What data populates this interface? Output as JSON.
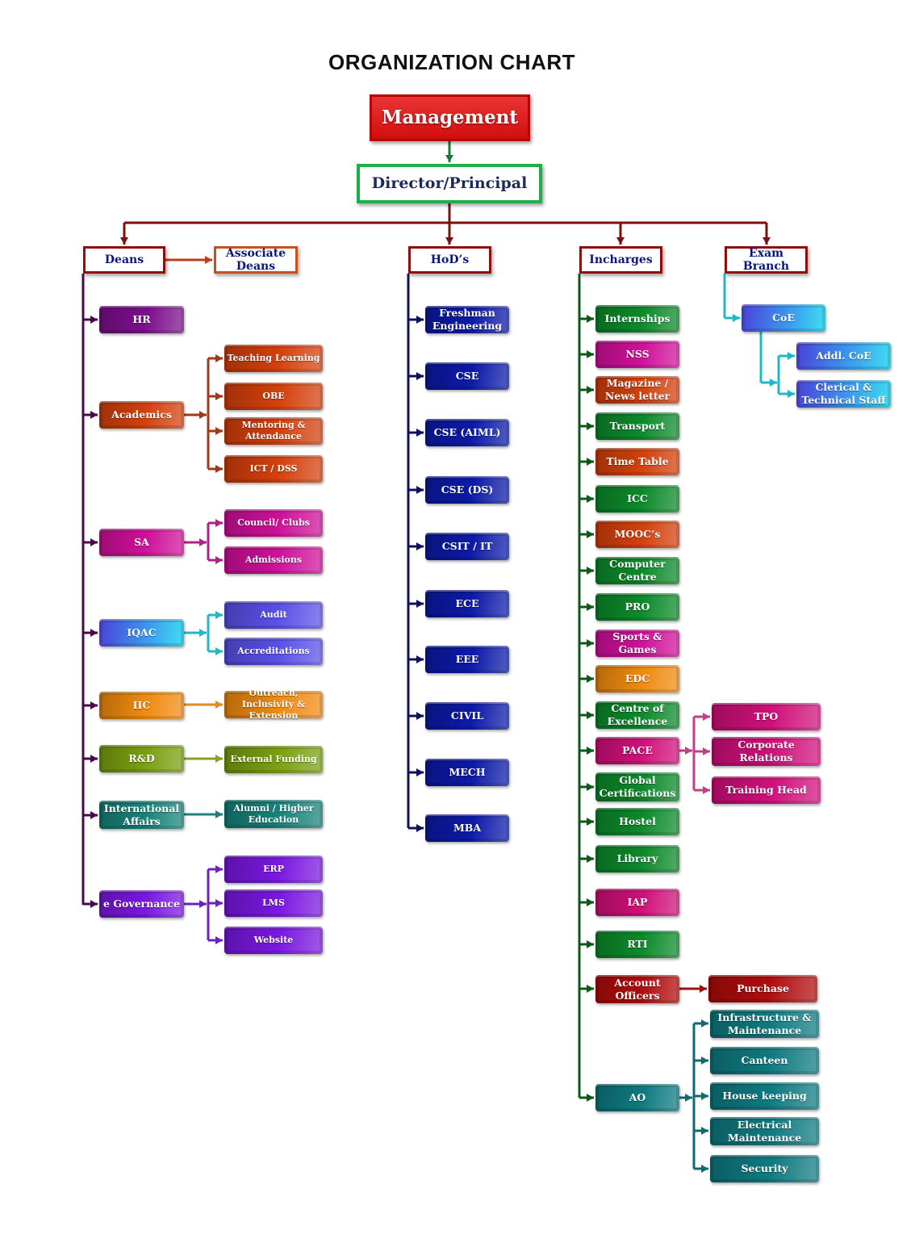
{
  "title": "ORGANIZATION CHART",
  "colors": {
    "management": "#e81010",
    "director_border": "#1fae4a"
  },
  "nodes": {
    "management": {
      "label": "Management",
      "color": "#e81010"
    },
    "director": {
      "label": "Director/Principal",
      "color": "#1fae4a"
    },
    "deans": {
      "label": "Deans",
      "color": "#8b1010"
    },
    "associate_deans": {
      "label": "Associate Deans",
      "color": "#c8501c"
    },
    "hods": {
      "label": "HoD’s",
      "color": "#8b1010"
    },
    "incharges": {
      "label": "Incharges",
      "color": "#8b1010"
    },
    "exam_branch": {
      "label": "Exam Branch",
      "color": "#8b1010"
    },
    "hr": {
      "label": "HR",
      "color": "#7d0f8e"
    },
    "academics": {
      "label": "Academics",
      "color": "#d4400c"
    },
    "teaching_learning": {
      "label": "Teaching Learning",
      "color": "#d4400c"
    },
    "obe": {
      "label": "OBE",
      "color": "#d4400c"
    },
    "mentoring": {
      "label": "Mentoring & Attendance",
      "color": "#d4400c"
    },
    "ict_dss": {
      "label": "ICT / DSS",
      "color": "#d4400c"
    },
    "sa": {
      "label": "SA",
      "color": "#d0109a"
    },
    "council_clubs": {
      "label": "Council/ Clubs",
      "color": "#d0109a"
    },
    "admissions": {
      "label": "Admissions",
      "color": "#d0109a"
    },
    "iqac": {
      "label": "IQAC",
      "color": "#5a50e8"
    },
    "audit": {
      "label": "Audit",
      "color": "#5a50e8"
    },
    "accreditations": {
      "label": "Accreditations",
      "color": "#5a50e8"
    },
    "iic": {
      "label": "IIC",
      "color": "#f08a10"
    },
    "outreach": {
      "label": "Outreach, Inclusivity & Extension",
      "color": "#f08a10"
    },
    "rnd": {
      "label": "R&D",
      "color": "#7aa010"
    },
    "external_funding": {
      "label": "External Funding",
      "color": "#7aa010"
    },
    "international_affairs": {
      "label": "International Affairs",
      "color": "#17837a"
    },
    "alumni": {
      "label": "Alumni / Higher Education",
      "color": "#17837a"
    },
    "e_governance": {
      "label": "e Governance",
      "color": "#7a18e0"
    },
    "erp": {
      "label": "ERP",
      "color": "#7a18e0"
    },
    "lms": {
      "label": "LMS",
      "color": "#7a18e0"
    },
    "website": {
      "label": "Website",
      "color": "#7a18e0"
    },
    "freshman": {
      "label": "Freshman Engineering",
      "color": "#0c1aa8"
    },
    "cse": {
      "label": "CSE",
      "color": "#0c1aa8"
    },
    "cse_aiml": {
      "label": "CSE (AIML)",
      "color": "#0c1aa8"
    },
    "cse_ds": {
      "label": "CSE (DS)",
      "color": "#0c1aa8"
    },
    "csit_it": {
      "label": "CSIT / IT",
      "color": "#0c1aa8"
    },
    "ece": {
      "label": "ECE",
      "color": "#0c1aa8"
    },
    "eee": {
      "label": "EEE",
      "color": "#0c1aa8"
    },
    "civil": {
      "label": "CIVIL",
      "color": "#0c1aa8"
    },
    "mech": {
      "label": "MECH",
      "color": "#0c1aa8"
    },
    "mba": {
      "label": "MBA",
      "color": "#0c1aa8"
    },
    "internships": {
      "label": "Internships",
      "color": "#0c8a2a"
    },
    "nss": {
      "label": "NSS",
      "color": "#d0109a"
    },
    "magazine": {
      "label": "Magazine / News letter",
      "color": "#d4400c"
    },
    "transport": {
      "label": "Transport",
      "color": "#0c8a2a"
    },
    "time_table": {
      "label": "Time Table",
      "color": "#d4400c"
    },
    "icc": {
      "label": "ICC",
      "color": "#0c8a2a"
    },
    "moocs": {
      "label": "MOOC’s",
      "color": "#d4400c"
    },
    "computer_centre": {
      "label": "Computer Centre",
      "color": "#0c8a2a"
    },
    "pro": {
      "label": "PRO",
      "color": "#0c8a2a"
    },
    "sports_games": {
      "label": "Sports & Games",
      "color": "#d0109a"
    },
    "edc": {
      "label": "EDC",
      "color": "#f08a10"
    },
    "centre_excellence": {
      "label": "Centre of Excellence",
      "color": "#0c8a2a"
    },
    "pace": {
      "label": "PACE",
      "color": "#d0107a"
    },
    "tpo": {
      "label": "TPO",
      "color": "#d0107a"
    },
    "corporate_relations": {
      "label": "Corporate Relations",
      "color": "#d0107a"
    },
    "training_head": {
      "label": "Training Head",
      "color": "#d0107a"
    },
    "global_certifications": {
      "label": "Global Certifications",
      "color": "#0c8a2a"
    },
    "hostel": {
      "label": "Hostel",
      "color": "#0c8a2a"
    },
    "library": {
      "label": "Library",
      "color": "#0c8a2a"
    },
    "iap": {
      "label": "IAP",
      "color": "#d0107a"
    },
    "rti": {
      "label": "RTI",
      "color": "#0c8a2a"
    },
    "account_officers": {
      "label": "Account Officers",
      "color": "#b00c0c"
    },
    "purchase": {
      "label": "Purchase",
      "color": "#b00c0c"
    },
    "ao": {
      "label": "AO",
      "color": "#0e7a80"
    },
    "infrastructure": {
      "label": "Infrastructure & Maintenance",
      "color": "#0e7a80"
    },
    "canteen": {
      "label": "Canteen",
      "color": "#0e7a80"
    },
    "house_keeping": {
      "label": "House keeping",
      "color": "#0e7a80"
    },
    "electrical": {
      "label": "Electrical Maintenance",
      "color": "#0e7a80"
    },
    "security": {
      "label": "Security",
      "color": "#0e7a80"
    },
    "coe": {
      "label": "CoE",
      "color": "#3a70e8"
    },
    "addl_coe": {
      "label": "Addl. CoE",
      "color": "#3a70e8"
    },
    "clerical": {
      "label": "Clerical & Technical Staff",
      "color": "#3a70e8"
    }
  }
}
